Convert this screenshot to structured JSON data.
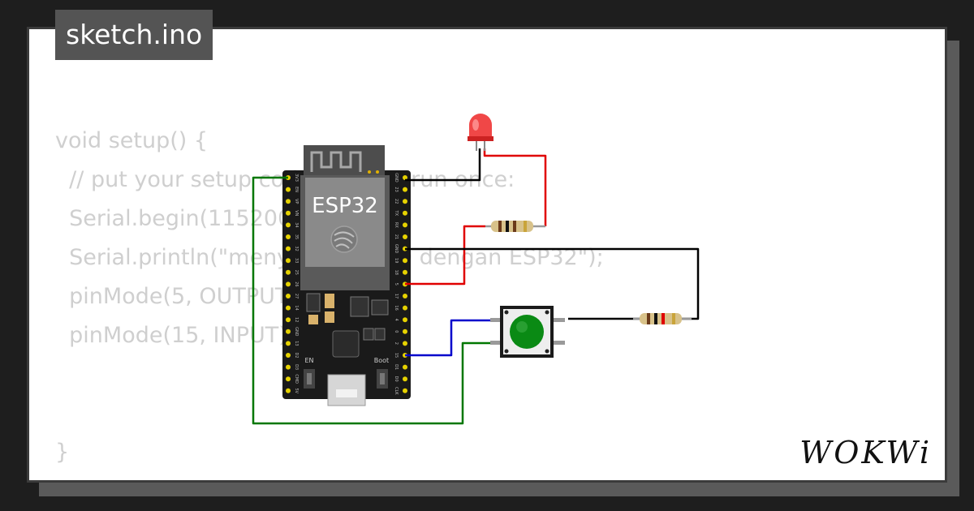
{
  "header": {
    "file_name": "sketch.ino"
  },
  "code": {
    "lines": [
      "void setup() {",
      "  // put your setup code here, to run once:",
      "  Serial.begin(115200);",
      "  Serial.println(\"menyalakan LED dengan ESP32\");",
      "  pinMode(5, OUTPUT);",
      "  pinMode(15, INPUT);",
      "",
      "",
      "}"
    ]
  },
  "board": {
    "label": "ESP32",
    "button_en": "EN",
    "button_boot": "Boot",
    "left_pins": [
      "3V3",
      "EN",
      "VP",
      "VN",
      "34",
      "35",
      "32",
      "33",
      "25",
      "26",
      "27",
      "14",
      "12",
      "GND",
      "13",
      "D2",
      "D3",
      "CMD",
      "5V"
    ],
    "right_pins": [
      "GND",
      "23",
      "22",
      "TX",
      "RX",
      "21",
      "GND",
      "19",
      "18",
      "5",
      "17",
      "16",
      "4",
      "0",
      "2",
      "15",
      "D1",
      "D0",
      "CLK"
    ]
  },
  "brand": {
    "logo_text": "WOKWi"
  },
  "colors": {
    "wire_red": "#e00000",
    "wire_black": "#000000",
    "wire_green": "#007700",
    "wire_blue": "#0000cc",
    "button_cap": "#0a8a14",
    "led": "#ee3333"
  }
}
